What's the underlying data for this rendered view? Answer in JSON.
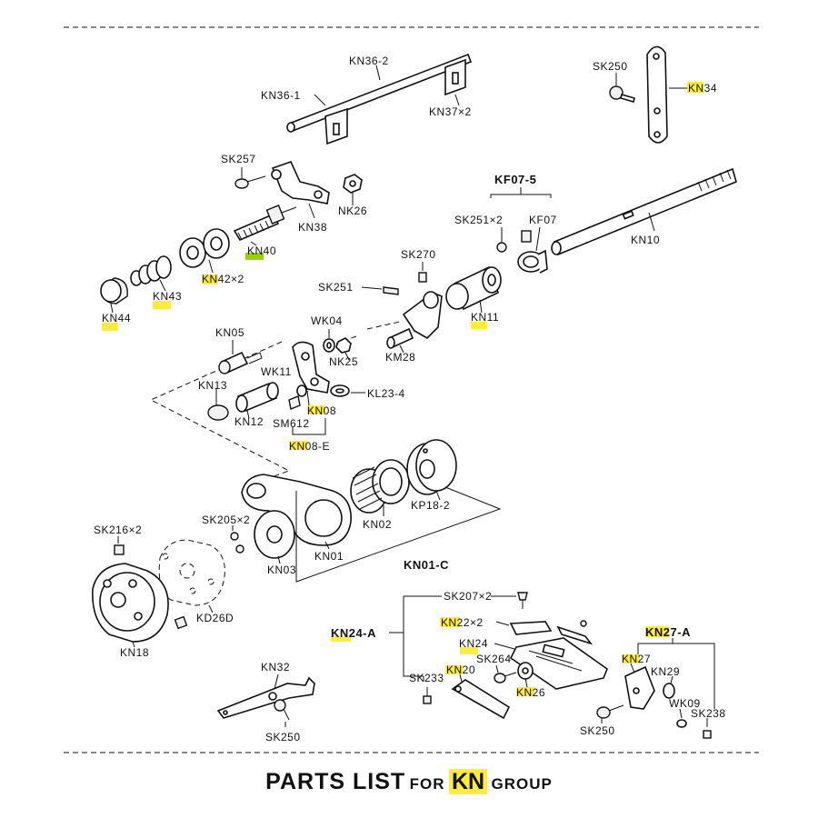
{
  "title": {
    "prefix": "PARTS LIST",
    "for": "FOR",
    "group": "KN",
    "suffix": "GROUP"
  },
  "highlight_color": "#ffec3d",
  "parts": {
    "kn36_2": "KN36-2",
    "kn36_1": "KN36-1",
    "kn37": "KN37×2",
    "sk250_top": "SK250",
    "kn34": "KN34",
    "sk257": "SK257",
    "nk26": "NK26",
    "kn38": "KN38",
    "kn40": "KN40",
    "kf07_5": "KF07-5",
    "sk251x2": "SK251×2",
    "kf07": "KF07",
    "kn10": "KN10",
    "sk270": "SK270",
    "sk251": "SK251",
    "kn42": "KN42×2",
    "kn43": "KN43",
    "kn44": "KN44",
    "kn11": "KN11",
    "wk04": "WK04",
    "nk25": "NK25",
    "km28": "KM28",
    "kn05": "KN05",
    "wk11": "WK11",
    "kl23_4": "KL23-4",
    "kn13": "KN13",
    "kn08": "KN08",
    "kn12": "KN12",
    "sm612": "SM612",
    "kn08_e": "KN08-E",
    "kp18_2": "KP18-2",
    "kn02": "KN02",
    "sk205": "SK205×2",
    "sk216": "SK216×2",
    "kn01": "KN01",
    "kn03": "KN03",
    "kn01_c": "KN01-C",
    "kd26d": "KD26D",
    "kn18": "KN18",
    "sk207": "SK207×2",
    "kn22": "KN22×2",
    "kn24_a": "KN24-A",
    "kn24": "KN24",
    "sk264": "SK264",
    "kn20": "KN20",
    "sk233": "SK233",
    "kn26": "KN26",
    "kn27_a": "KN27-A",
    "kn27": "KN27",
    "kn29": "KN29",
    "wk09": "WK09",
    "sk238": "SK238",
    "sk250_br": "SK250",
    "kn32": "KN32",
    "sk250_bot": "SK250"
  }
}
